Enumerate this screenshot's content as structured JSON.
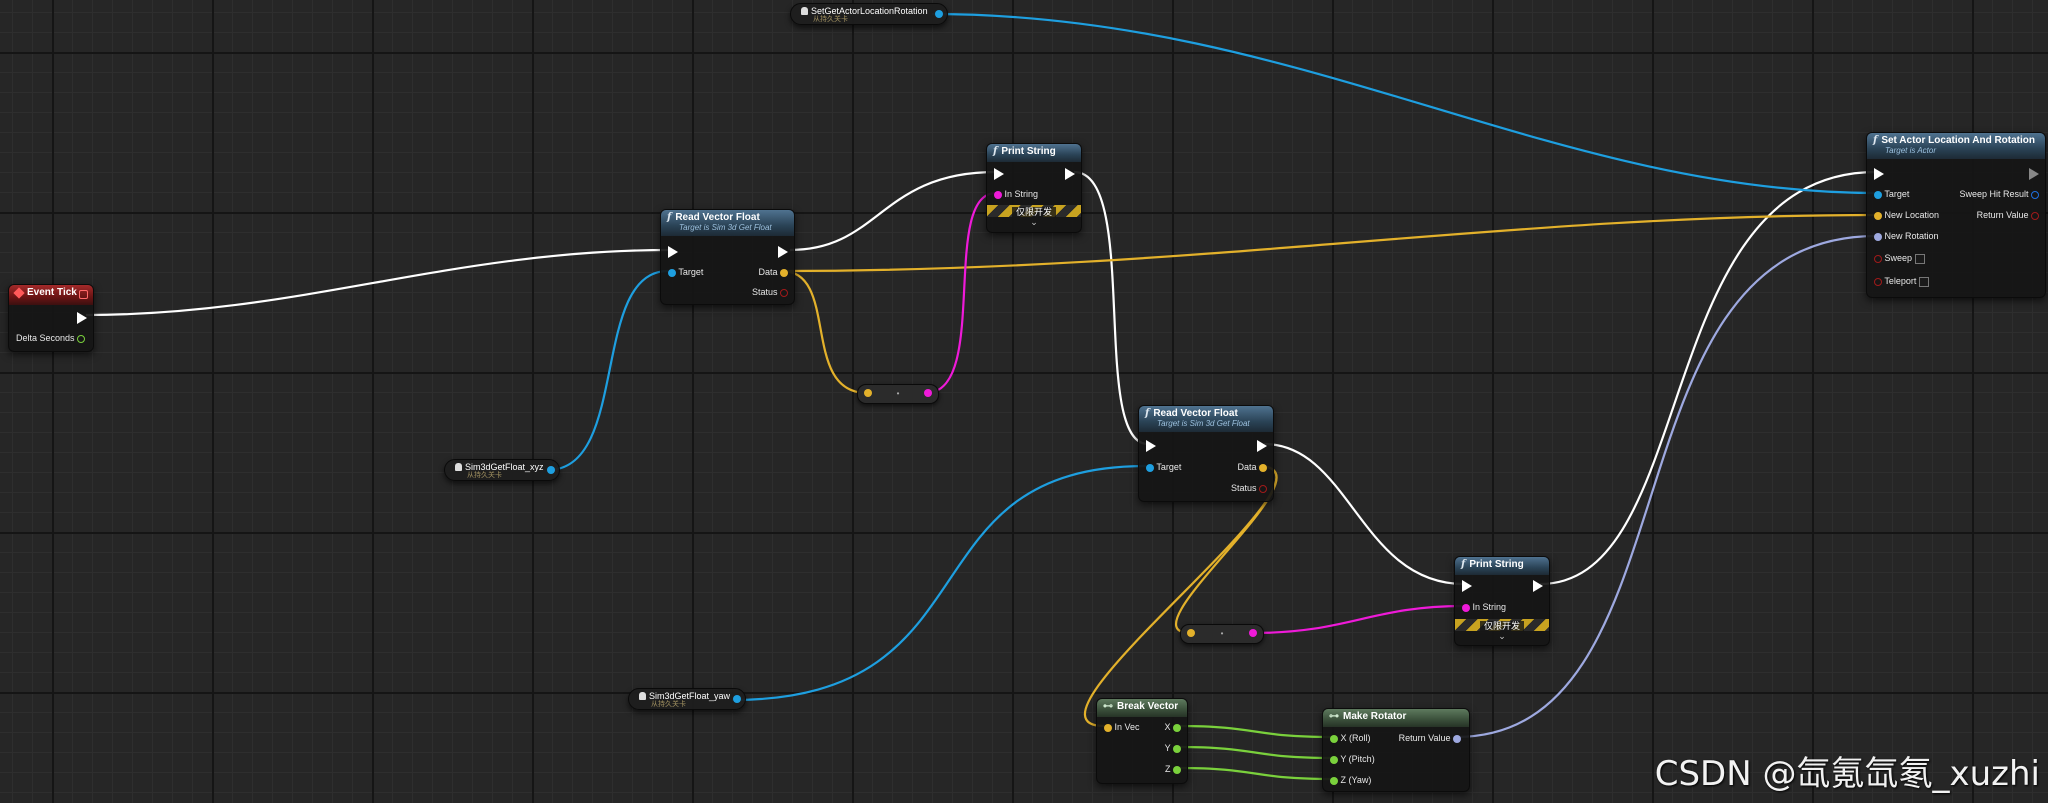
{
  "colors": {
    "exec": "#ffffff",
    "object": "#1e9fe0",
    "vector": "#e3b12b",
    "string": "#ef1ad9",
    "float": "#7ad13c",
    "rotator": "#9ea9e0",
    "bool": "#a01a1a"
  },
  "nodes": {
    "event_tick": {
      "title": "Event Tick",
      "delta_seconds": "Delta Seconds"
    },
    "read_vector_1": {
      "title": "Read Vector Float",
      "subtitle": "Target is Sim 3d Get Float",
      "target": "Target",
      "data": "Data",
      "status": "Status"
    },
    "print_string_1": {
      "title": "Print String",
      "in_string": "In String",
      "dev_only": "仅限开发",
      "chevron": "⌄"
    },
    "read_vector_2": {
      "title": "Read Vector Float",
      "subtitle": "Target is Sim 3d Get Float",
      "target": "Target",
      "data": "Data",
      "status": "Status"
    },
    "print_string_2": {
      "title": "Print String",
      "in_string": "In String",
      "dev_only": "仅限开发",
      "chevron": "⌄"
    },
    "set_actor": {
      "title": "Set Actor Location And Rotation",
      "subtitle": "Target is Actor",
      "target": "Target",
      "new_location": "New Location",
      "new_rotation": "New Rotation",
      "sweep": "Sweep",
      "teleport": "Teleport",
      "sweep_hit_result": "Sweep Hit Result",
      "return_value": "Return Value"
    },
    "break_vector": {
      "title": "Break Vector",
      "in_vec": "In Vec",
      "x": "X",
      "y": "Y",
      "z": "Z"
    },
    "make_rotator": {
      "title": "Make Rotator",
      "x_roll": "X (Roll)",
      "y_pitch": "Y (Pitch)",
      "z_yaw": "Z (Yaw)",
      "return_value": "Return Value"
    }
  },
  "variables": {
    "set_get_actor": {
      "title": "SetGetActorLocationRotation",
      "subtitle": "从持久关卡"
    },
    "sim_xyz": {
      "title": "Sim3dGetFloat_xyz",
      "subtitle": "从持久关卡"
    },
    "sim_yaw": {
      "title": "Sim3dGetFloat_yaw",
      "subtitle": "从持久关卡"
    }
  },
  "reroutes": {
    "symbol": "•"
  },
  "watermark": "CSDN @氙氪氙氡_xuzhi"
}
